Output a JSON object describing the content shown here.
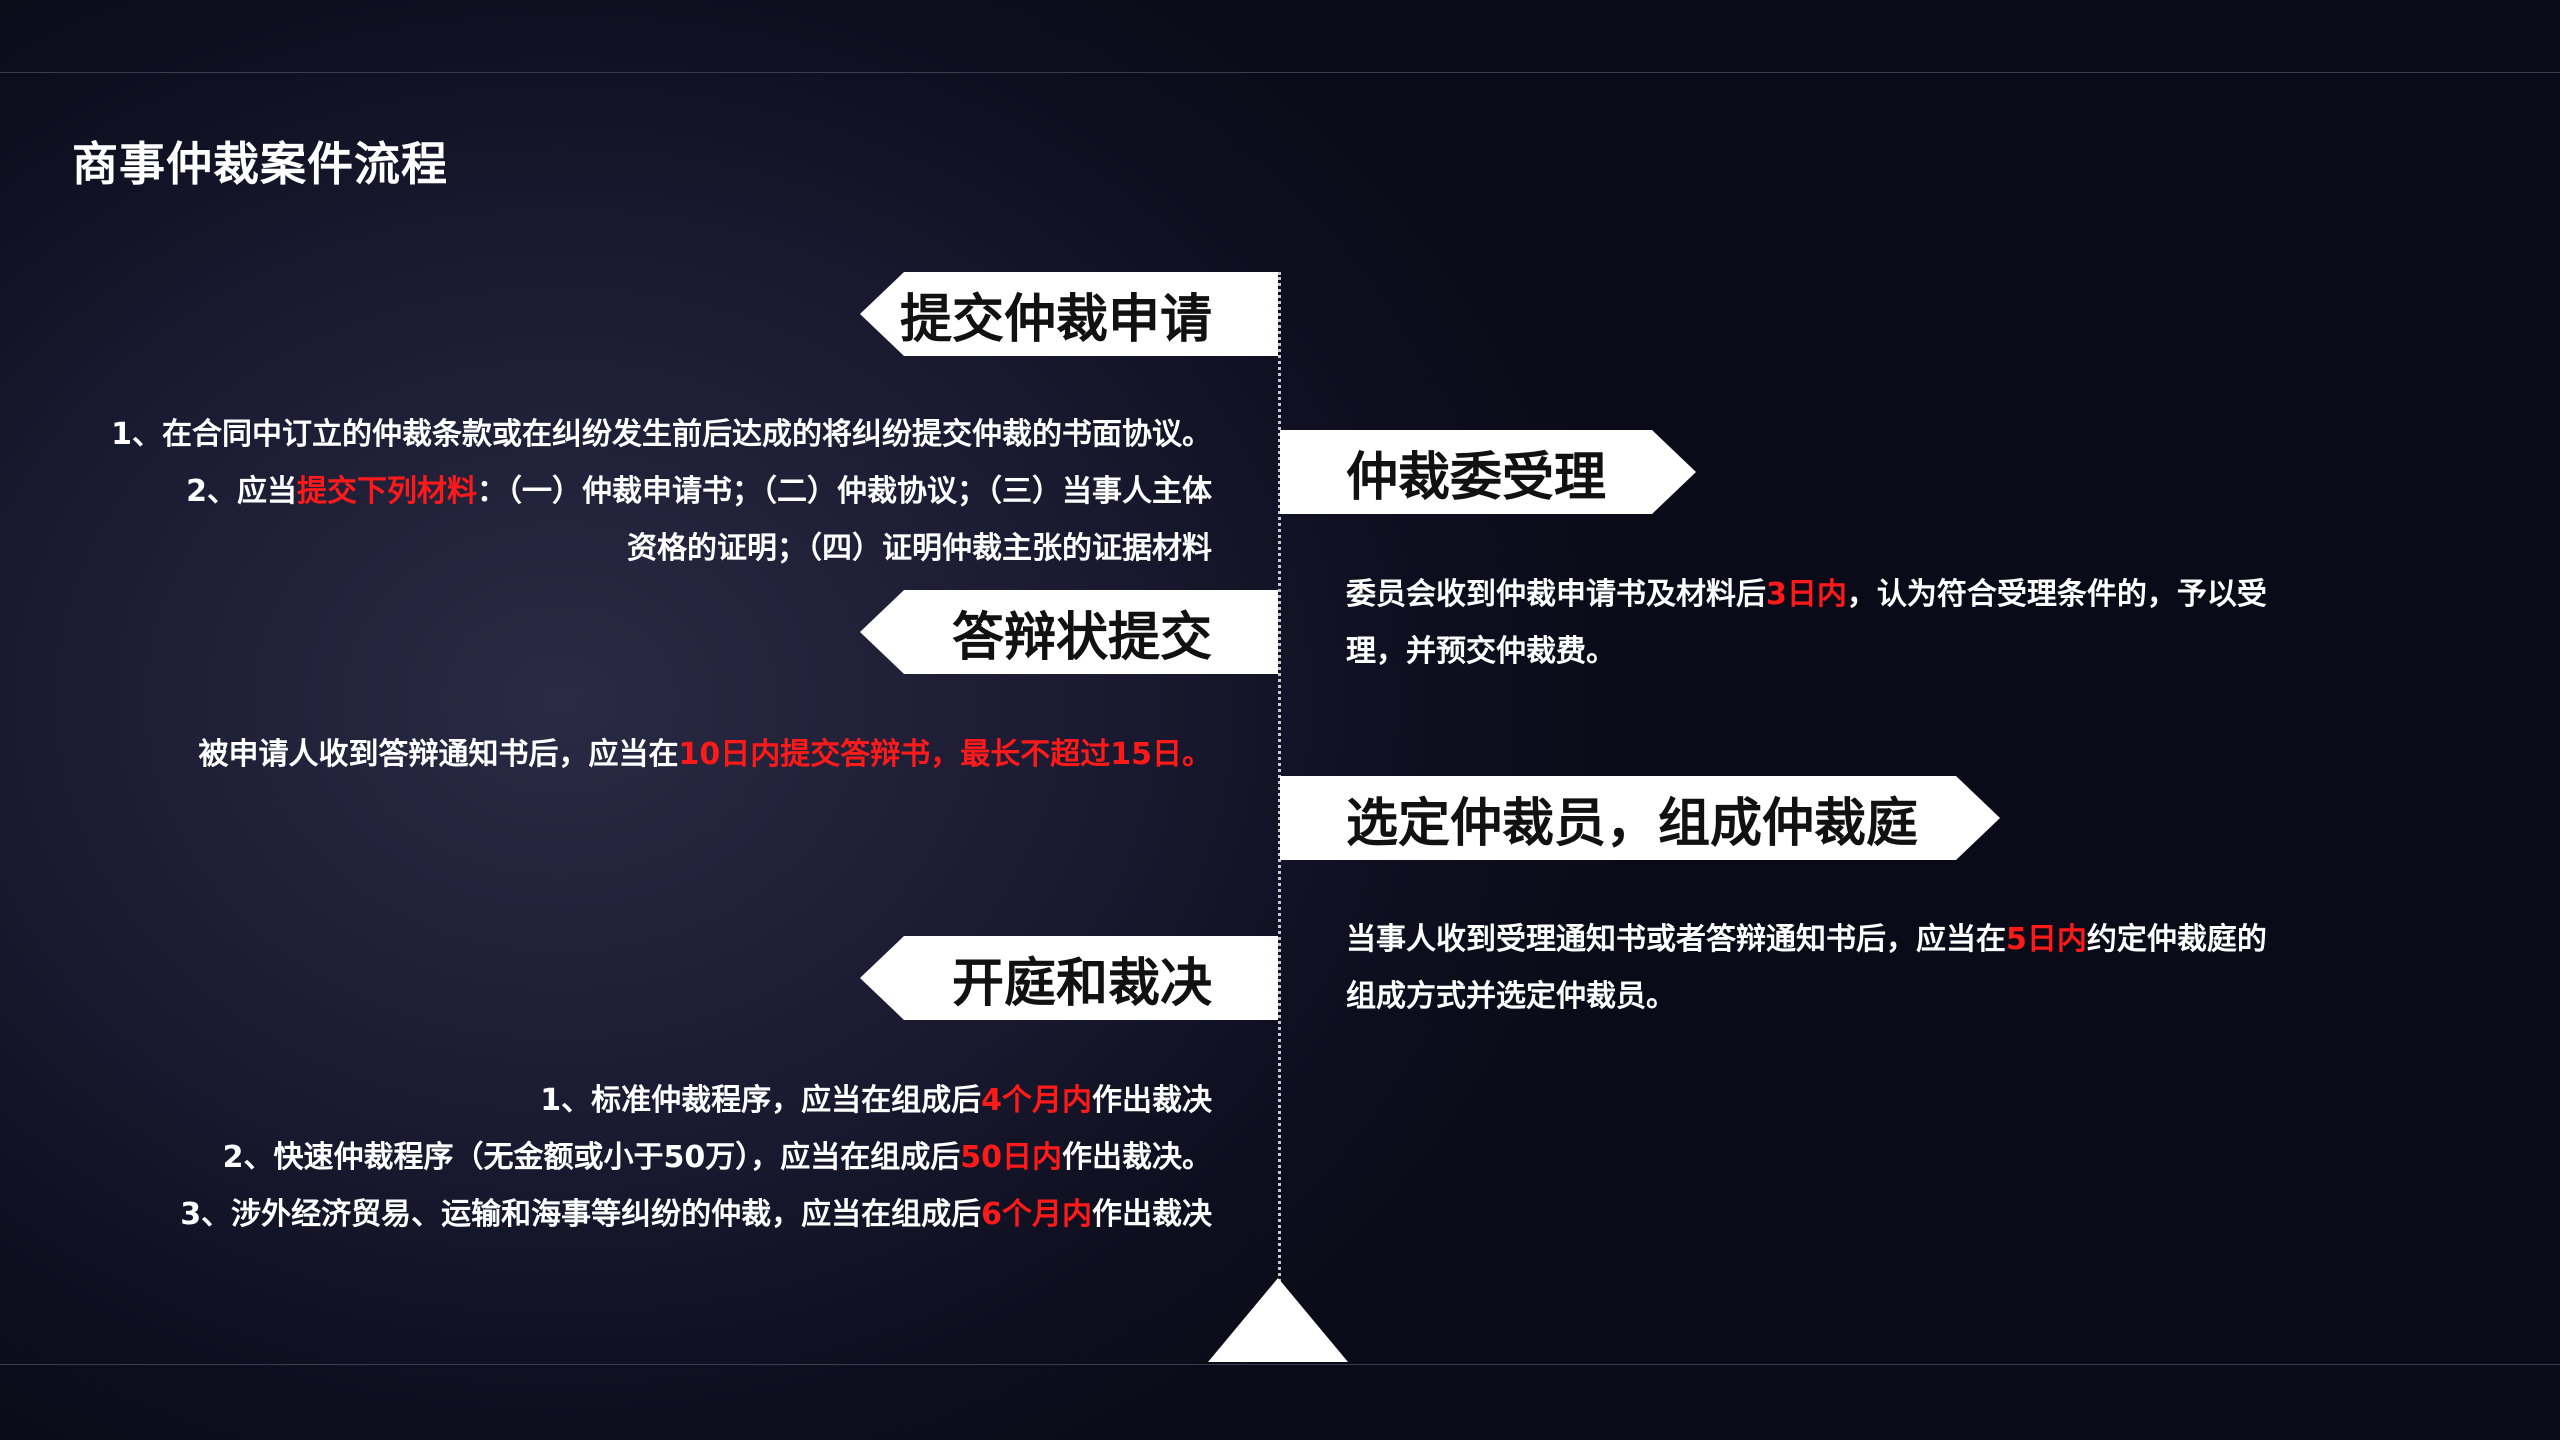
{
  "title": "商事仲裁案件流程",
  "steps": {
    "submit": {
      "label": "提交仲裁申请",
      "line1": "1、在合同中订立的仲裁条款或在纠纷发生前后达成的将纠纷提交仲裁的书面协议。",
      "line2_pre": "2、应当",
      "line2_red": "提交下列材料",
      "line2_post": "：（一）仲裁申请书；（二）仲裁协议；（三）当事人主体",
      "line3": "资格的证明；（四）证明仲裁主张的证据材料"
    },
    "accept": {
      "label": "仲裁委受理",
      "line1_pre": "委员会收到仲裁申请书及材料后",
      "line1_red": "3日内",
      "line1_post": "，认为符合受理条件的，予以受",
      "line2": "理，并预交仲裁费。"
    },
    "defense": {
      "label": "答辩状提交",
      "line1_pre": "被申请人收到答辩通知书后，应当在",
      "line1_red": "10日内提交答辩书，最长不超过15日。"
    },
    "tribunal": {
      "label": "选定仲裁员，组成仲裁庭",
      "line1_pre": "当事人收到受理通知书或者答辩通知书后，应当在",
      "line1_red": "5日内",
      "line1_post": "约定仲裁庭的",
      "line2": "组成方式并选定仲裁员。"
    },
    "hearing": {
      "label": "开庭和裁决",
      "line1_pre": "1、标准仲裁程序，应当在组成后",
      "line1_red": "4个月内",
      "line1_post": "作出裁决",
      "line2_pre": "2、快速仲裁程序（无金额或小于50万），应当在组成后",
      "line2_red": "50日内",
      "line2_post": "作出裁决。",
      "line3_pre": "3、涉外经济贸易、运输和海事等纠纷的仲裁，应当在组成后",
      "line3_red": "6个月内",
      "line3_post": "作出裁决"
    }
  },
  "colors": {
    "highlight": "#ff1a1a",
    "tag_bg": "#ffffff",
    "text": "#ffffff"
  }
}
